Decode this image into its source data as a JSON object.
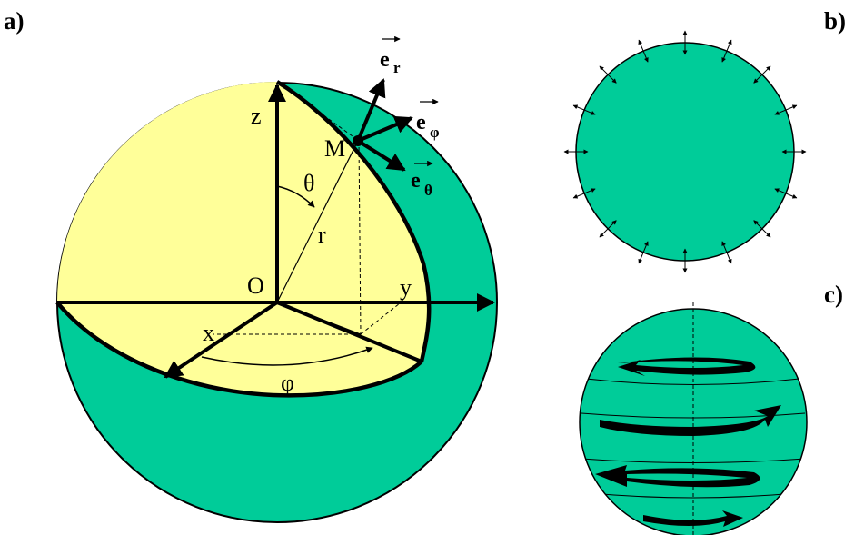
{
  "panels": {
    "a": "a)",
    "b": "b)",
    "c": "c)"
  },
  "labels": {
    "z": "z",
    "x": "x",
    "y": "y",
    "O": "O",
    "M": "M",
    "r": "r",
    "theta": "θ",
    "phi": "φ"
  },
  "vectors": {
    "er": {
      "base": "e",
      "sub": "r"
    },
    "ephi": {
      "base": "e",
      "sub": "φ"
    },
    "eth": {
      "base": "e",
      "sub": "θ"
    }
  },
  "colors": {
    "sphere": "#00cc99",
    "octant": "#ffff99",
    "line": "#000000"
  }
}
